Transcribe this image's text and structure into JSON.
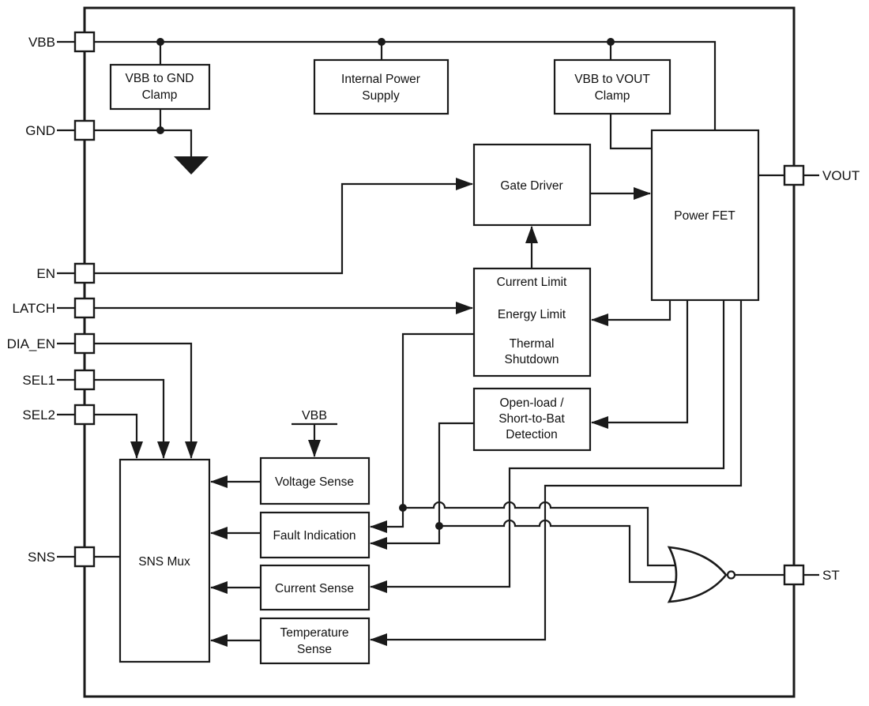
{
  "diagram": {
    "kind": "functional-block-diagram",
    "colors": {
      "line": "#1a1a1a",
      "background": "#ffffff",
      "box_fill": "#ffffff"
    }
  },
  "pins": {
    "left": [
      {
        "name": "VBB"
      },
      {
        "name": "GND"
      },
      {
        "name": "EN"
      },
      {
        "name": "LATCH"
      },
      {
        "name": "DIA_EN"
      },
      {
        "name": "SEL1"
      },
      {
        "name": "SEL2"
      },
      {
        "name": "SNS"
      }
    ],
    "right": [
      {
        "name": "VOUT"
      },
      {
        "name": "ST"
      }
    ]
  },
  "blocks": {
    "vbb_gnd_clamp": {
      "lines": [
        "VBB to GND",
        "Clamp"
      ]
    },
    "internal_power_supply": {
      "lines": [
        "Internal Power",
        "Supply"
      ]
    },
    "vbb_vout_clamp": {
      "lines": [
        "VBB to VOUT",
        "Clamp"
      ]
    },
    "gate_driver": {
      "lines": [
        "Gate Driver"
      ]
    },
    "power_fet": {
      "lines": [
        "Power FET"
      ]
    },
    "protection": {
      "lines": [
        "Current Limit",
        "Energy Limit",
        "Thermal",
        "Shutdown"
      ]
    },
    "open_load": {
      "lines": [
        "Open-load /",
        "Short-to-Bat",
        "Detection"
      ]
    },
    "voltage_sense": {
      "lines": [
        "Voltage Sense"
      ]
    },
    "fault_indication": {
      "lines": [
        "Fault Indication"
      ]
    },
    "current_sense": {
      "lines": [
        "Current Sense"
      ]
    },
    "temperature_sense": {
      "lines": [
        "Temperature",
        "Sense"
      ]
    },
    "sns_mux": {
      "lines": [
        "SNS Mux"
      ]
    }
  },
  "annotations": {
    "vbb_supply_tap": "VBB"
  },
  "icons": {
    "ground": "ground-symbol",
    "nor_gate": "nor-gate",
    "junction": "junction-dot",
    "wire_hop": "wire-hop-arc"
  }
}
